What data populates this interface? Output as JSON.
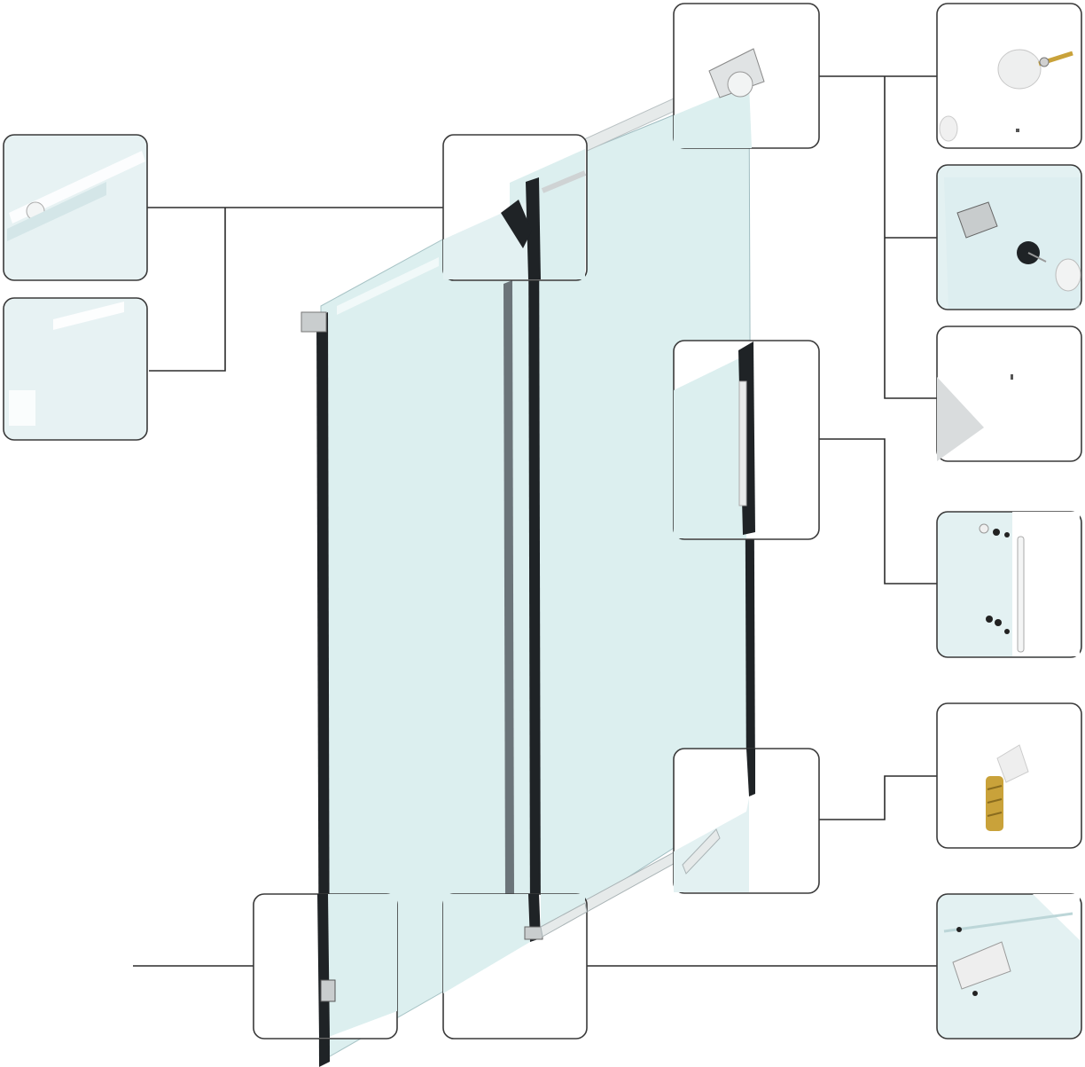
{
  "diagram": {
    "kind": "exploded hardware diagram of a sliding glass shower door",
    "colors": {
      "glass": "#dff0f1",
      "glass_dark": "#c9e4e6",
      "frame": "#1f2326",
      "callout_border": "#3a3a3a",
      "metal": "#d9dcdd",
      "brass": "#c9a23a"
    },
    "callouts": [
      {
        "id": "top-left-1",
        "content": "top-rail-detail"
      },
      {
        "id": "top-left-2",
        "content": "rail-end-detail"
      },
      {
        "id": "top-center",
        "content": "door-top-corner"
      },
      {
        "id": "top-right-main",
        "content": "roller-assembly"
      },
      {
        "id": "right-1",
        "content": "roller-wheel-with-screw"
      },
      {
        "id": "right-2",
        "content": "roller-mount-on-glass"
      },
      {
        "id": "right-3",
        "content": "bracket-detail"
      },
      {
        "id": "mid-right-main",
        "content": "handle-area"
      },
      {
        "id": "right-4",
        "content": "handle-with-bolts"
      },
      {
        "id": "lower-right-main",
        "content": "bottom-corner"
      },
      {
        "id": "right-5",
        "content": "anchor-screw"
      },
      {
        "id": "bottom-left",
        "content": "wall-hinge-bracket"
      },
      {
        "id": "bottom-center",
        "content": "bottom-guide"
      },
      {
        "id": "right-6",
        "content": "floor-guide-detail"
      }
    ]
  }
}
